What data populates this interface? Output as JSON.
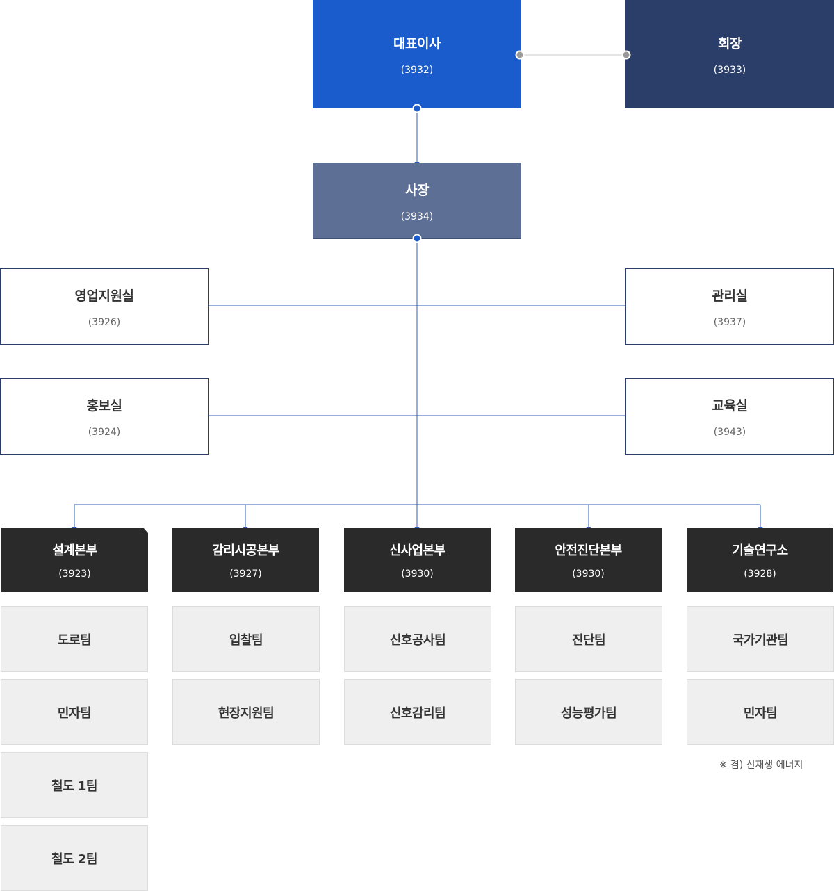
{
  "executives": {
    "ceo": {
      "title": "대표이사",
      "ext": "(3932)"
    },
    "chairman": {
      "title": "회장",
      "ext": "(3933)"
    },
    "president": {
      "title": "사장",
      "ext": "(3934)"
    }
  },
  "offices": [
    {
      "title": "영업지원실",
      "ext": "(3926)"
    },
    {
      "title": "관리실",
      "ext": "(3937)"
    },
    {
      "title": "홍보실",
      "ext": "(3924)"
    },
    {
      "title": "교육실",
      "ext": "(3943)"
    }
  ],
  "divisions": [
    {
      "title": "설계본부",
      "ext": "(3923)",
      "teams": [
        "도로팀",
        "민자팀",
        "철도 1팀",
        "철도 2팀"
      ]
    },
    {
      "title": "감리시공본부",
      "ext": "(3927)",
      "teams": [
        "입찰팀",
        "현장지원팀"
      ]
    },
    {
      "title": "신사업본부",
      "ext": "(3930)",
      "teams": [
        "신호공사팀",
        "신호감리팀"
      ]
    },
    {
      "title": "안전진단본부",
      "ext": "(3930)",
      "teams": [
        "진단팀",
        "성능평가팀"
      ]
    },
    {
      "title": "기술연구소",
      "ext": "(3928)",
      "teams": [
        "국가기관팀",
        "민자팀"
      ]
    }
  ],
  "note": "※ 겸) 신재생 에너지",
  "colors": {
    "ceo": "#1a5ccc",
    "chairman": "#2b3e6a",
    "president": "#5d6f95",
    "division": "#2a2a2a",
    "team": "#efefef",
    "line": "#2b5cb8"
  }
}
